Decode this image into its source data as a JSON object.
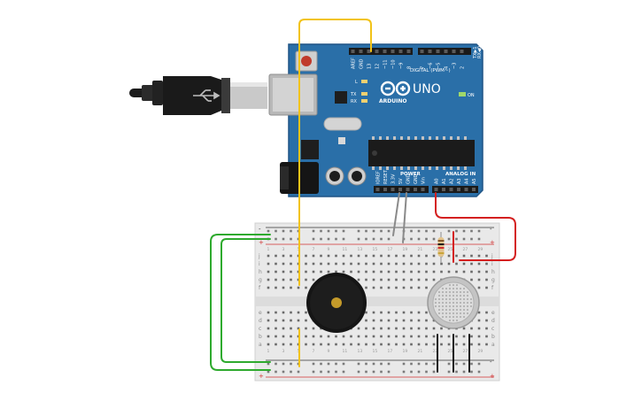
{
  "arduino": {
    "model": "UNO",
    "brand": "ARDUINO",
    "digital_header_label": "DIGITAL (PWM~)",
    "power_label": "POWER",
    "analog_label": "ANALOG IN",
    "on_label": "ON",
    "l_label": "L",
    "tx_label": "TX",
    "rx_label": "RX",
    "tx_pin": "TX▶1",
    "rx_pin": "RX◀0",
    "digital_pins_left": [
      "AREF",
      "GND",
      "13",
      "12",
      "~11",
      "~10",
      "~9",
      "8"
    ],
    "digital_pins_right": [
      "7",
      "~6",
      "~5",
      "4",
      "~3",
      "2"
    ],
    "power_pins": [
      "IOREF",
      "RESET",
      "3.3V",
      "5V",
      "GND",
      "GND",
      "Vin"
    ],
    "analog_pins": [
      "A0",
      "A1",
      "A2",
      "A3",
      "A4",
      "A5"
    ]
  },
  "breadboard": {
    "row_letters_top": [
      "j",
      "i",
      "h",
      "g",
      "f"
    ],
    "row_letters_bottom": [
      "e",
      "d",
      "c",
      "b",
      "a"
    ],
    "column_numbers": [
      "1",
      "3",
      "5",
      "7",
      "9",
      "11",
      "13",
      "15",
      "17",
      "19",
      "21",
      "23",
      "25",
      "27",
      "29"
    ],
    "rail_minus": "-",
    "rail_plus": "+"
  },
  "components": {
    "usb": "usb-cable",
    "buzzer": "piezo-buzzer",
    "resistor": "resistor",
    "gas_sensor": "gas-sensor"
  },
  "colors": {
    "board": "#2A6FA8",
    "board_dark": "#1F5485",
    "wire_yellow": "#F2C318",
    "wire_green": "#2EAA2E",
    "wire_red": "#D42020",
    "wire_gray": "#8A8A8A",
    "wire_black": "#1A1A1A"
  }
}
